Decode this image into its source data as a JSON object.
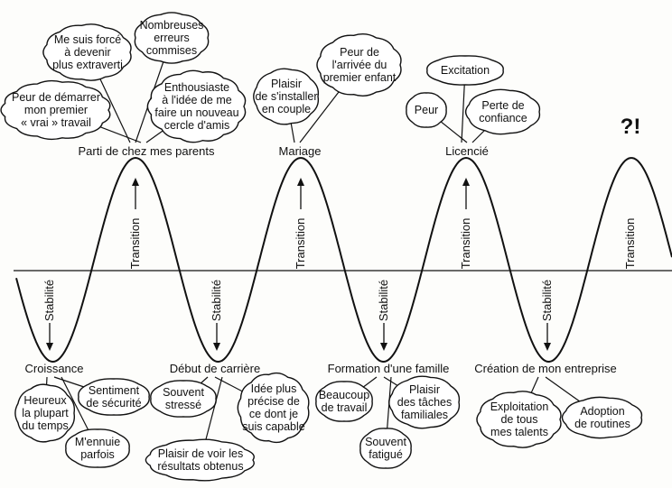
{
  "top_events": [
    {
      "label": "Parti de chez mes parents",
      "clouds": [
        [
          "Me suis forcé",
          "à devenir",
          "plus extraverti"
        ],
        [
          "Nombreuses",
          "erreurs",
          "commises"
        ],
        [
          "Peur de démarrer",
          "mon premier",
          "« vrai » travail"
        ],
        [
          "Enthousiaste",
          "à l'idée de me",
          "faire un nouveau",
          "cercle d'amis"
        ]
      ]
    },
    {
      "label": "Mariage",
      "clouds": [
        [
          "Plaisir",
          "de s'installer",
          "en couple"
        ],
        [
          "Peur de",
          "l'arrivée du",
          "premier enfant"
        ]
      ]
    },
    {
      "label": "Licencié",
      "clouds": [
        [
          "Excitation"
        ],
        [
          "Peur"
        ],
        [
          "Perte de",
          "confiance"
        ]
      ]
    },
    {
      "label": "?!",
      "clouds": []
    }
  ],
  "bottom_phases": [
    {
      "label": "Croissance",
      "clouds": [
        [
          "Heureux",
          "la plupart",
          "du temps"
        ],
        [
          "Sentiment",
          "de sécurité"
        ],
        [
          "M'ennuie",
          "parfois"
        ]
      ]
    },
    {
      "label": "Début de carrière",
      "clouds": [
        [
          "Souvent",
          "stressé"
        ],
        [
          "Idée plus",
          "précise de",
          "ce dont je",
          "suis capable"
        ],
        [
          "Plaisir de voir les",
          "résultats obtenus"
        ]
      ]
    },
    {
      "label": "Formation d'une famille",
      "clouds": [
        [
          "Beaucoup",
          "de travail"
        ],
        [
          "Plaisir",
          "des tâches",
          "familiales"
        ],
        [
          "Souvent",
          "fatigué"
        ]
      ]
    },
    {
      "label": "Création de mon entreprise",
      "clouds": [
        [
          "Exploitation",
          "de tous",
          "mes talents"
        ],
        [
          "Adoption",
          "de routines"
        ]
      ]
    }
  ],
  "transition_label": "Transition",
  "stability_label": "Stabilité"
}
